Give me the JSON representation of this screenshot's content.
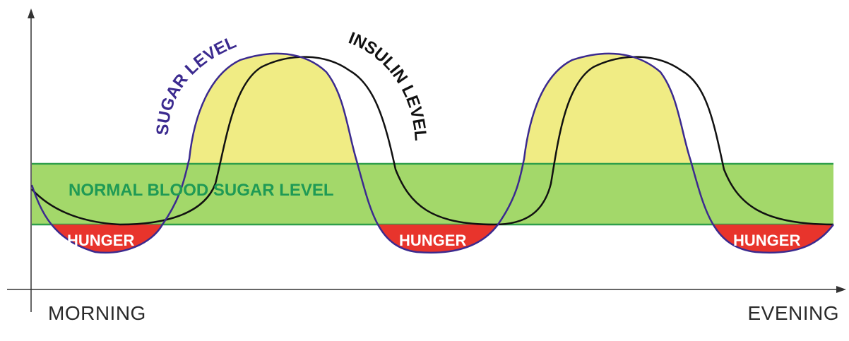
{
  "labels": {
    "sugar_curve": "SUGAR LEVEL",
    "insulin_curve": "INSULIN LEVEL",
    "normal_band": "NORMAL BLOOD SUGAR LEVEL",
    "hunger_1": "HUNGER",
    "hunger_2": "HUNGER",
    "hunger_3": "HUNGER",
    "x_start": "MORNING",
    "x_end": "EVENING"
  },
  "colors": {
    "normal_band_fill": "#a3d86a",
    "normal_band_stroke": "#2e9e4a",
    "normal_band_text": "#1f9a55",
    "peak_fill": "#f0ec84",
    "hunger_fill": "#e8342c",
    "hunger_text": "#ffffff",
    "sugar_stroke": "#3b2a8f",
    "insulin_stroke": "#111111",
    "axis": "#333333"
  }
}
